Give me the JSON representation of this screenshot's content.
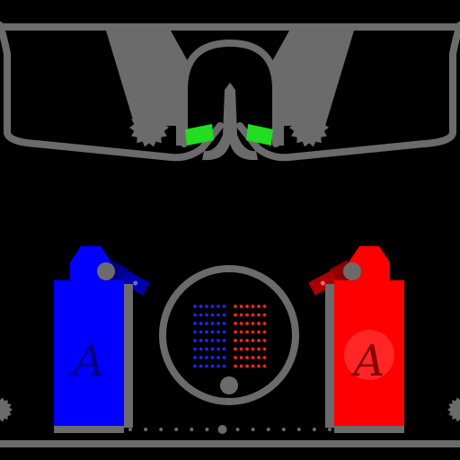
{
  "scene": {
    "background": "#000000",
    "track_color": "#6b6b6b",
    "gear_color": "#6b6b6b",
    "sensor_color": "#22dd22"
  },
  "players": {
    "blue": {
      "color": "#0000ff",
      "dark_color": "#0000aa",
      "cannon_color": "#00008b",
      "letter": "A",
      "letter_color": "#000088"
    },
    "red": {
      "color": "#ff0000",
      "dark_color": "#aa0000",
      "cannon_color": "#8b0000",
      "letter": "A",
      "letter_color": "#880000"
    }
  },
  "scoreboard": {
    "blue_dots": {
      "columns": 6,
      "rows": 8,
      "color": "#2222ff"
    },
    "red_dots": {
      "columns": 6,
      "rows": 8,
      "color": "#ff2222"
    }
  },
  "rail": {
    "dot_count": 14,
    "dot_color": "#6b6b6b"
  }
}
